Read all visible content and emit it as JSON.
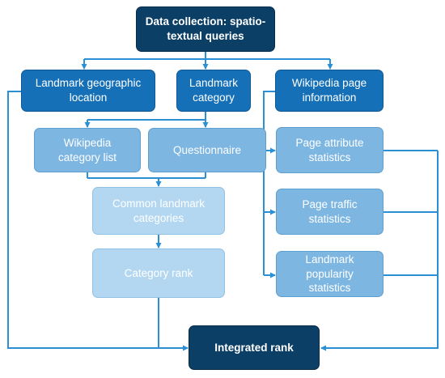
{
  "colors": {
    "dark": "#0c3f66",
    "mid": "#1570b8",
    "light": "#7db6e1",
    "lighter": "#b3d7f0",
    "arrow": "#2b8fd6"
  },
  "nodes": {
    "data_collection": "Data collection: spatio-\ntextual queries",
    "landmark_geo": "Landmark geographic\nlocation",
    "landmark_category": "Landmark\ncategory",
    "wikipedia_page_info": "Wikipedia page\ninformation",
    "wikipedia_category_list": "Wikipedia\ncategory list",
    "questionnaire": "Questionnaire",
    "common_categories": "Common landmark\ncategories",
    "category_rank": "Category rank",
    "page_attribute": "Page attribute\nstatistics",
    "page_traffic": "Page traffic\nstatistics",
    "landmark_popularity": "Landmark popularity\nstatistics",
    "integrated_rank": "Integrated rank"
  }
}
